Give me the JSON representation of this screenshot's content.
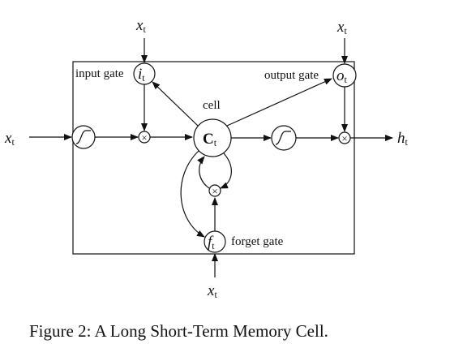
{
  "inputs": {
    "x_symbol": "x",
    "x_subscript": "t"
  },
  "gates": {
    "input_gate_label": "input gate",
    "input_gate_symbol": "i",
    "output_gate_label": "output gate",
    "output_gate_symbol": "o",
    "forget_gate_label": "forget gate",
    "forget_gate_symbol": "f",
    "subscript": "t"
  },
  "cell": {
    "label": "cell",
    "symbol": "C",
    "subscript": "t"
  },
  "output": {
    "symbol": "h",
    "subscript": "t"
  },
  "operators": {
    "multiply": "×"
  },
  "caption": "Figure 2: A Long Short-Term Memory Cell."
}
